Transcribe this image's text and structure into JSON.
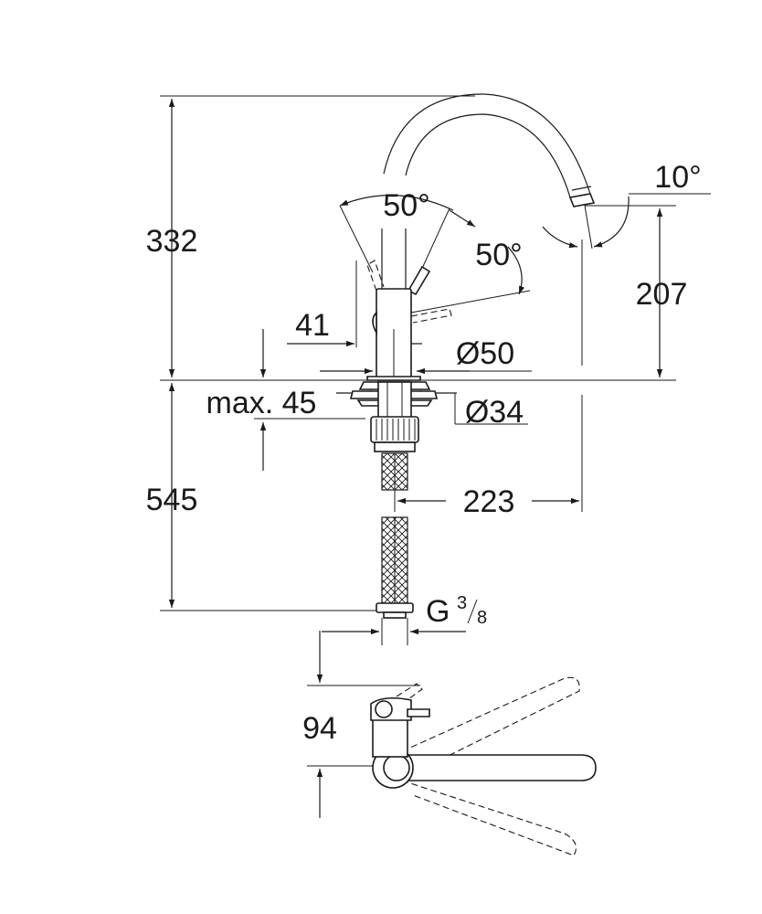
{
  "dimensions": {
    "total_height_above_deck": "332",
    "below_deck_length": "545",
    "spout_outlet_height": "207",
    "spout_reach": "223",
    "lever_angle_top": "50°",
    "lever_angle_side": "50°",
    "spout_outlet_angle": "10°",
    "lever_offset": "41",
    "body_diameter": "Ø50",
    "shank_diameter": "Ø34",
    "max_deck_thickness": "max. 45",
    "connection_thread": "G",
    "thread_numerator": "3",
    "thread_denominator": "8",
    "plan_view_depth": "94"
  }
}
